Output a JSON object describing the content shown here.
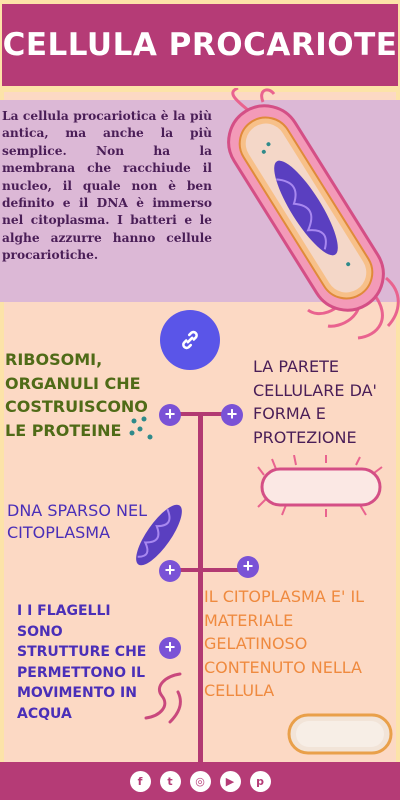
{
  "header": {
    "title": "CELLULA PROCARIOTE"
  },
  "intro": {
    "text": "La cellula procariotica è la più antica, ma anche la più semplice. Non ha la membrana che racchiude il nucleo, il quale non è ben definito e il DNA è immerso nel citoplasma. I batteri e le alghe azzurre hanno cellule procariotiche."
  },
  "link_button": {
    "icon": "link-icon"
  },
  "timeline": {
    "ribosomi": "RIBOSOMI, ORGANULI CHE COSTRUISCONO LE PROTEINE",
    "parete": "LA PARETE CELLULARE DA' FORMA E PROTEZIONE",
    "dna": "DNA SPARSO NEL CITOPLASMA",
    "citoplasma": "IL CITOPLASMA E' IL MATERIALE GELATINOSO CONTENUTO NELLA CELLULA",
    "flagelli": "I I FLAGELLI SONO STRUTTURE CHE PERMETTONO IL MOVIMENTO IN ACQUA",
    "plus_symbol": "+"
  },
  "footer": {
    "social": [
      {
        "name": "facebook-icon",
        "glyph": "f"
      },
      {
        "name": "twitter-icon",
        "glyph": "t"
      },
      {
        "name": "instagram-icon",
        "glyph": "◎"
      },
      {
        "name": "youtube-icon",
        "glyph": "▶"
      },
      {
        "name": "pinterest-icon",
        "glyph": "p"
      }
    ]
  },
  "colors": {
    "title_band": "#b53b76",
    "header_bg": "#fce3a8",
    "intro_band": "#dcb8d6",
    "background": "#fcd9c4",
    "link_button": "#5a55e8",
    "plus_button": "#7a52d6",
    "timeline": "#b23a72"
  }
}
